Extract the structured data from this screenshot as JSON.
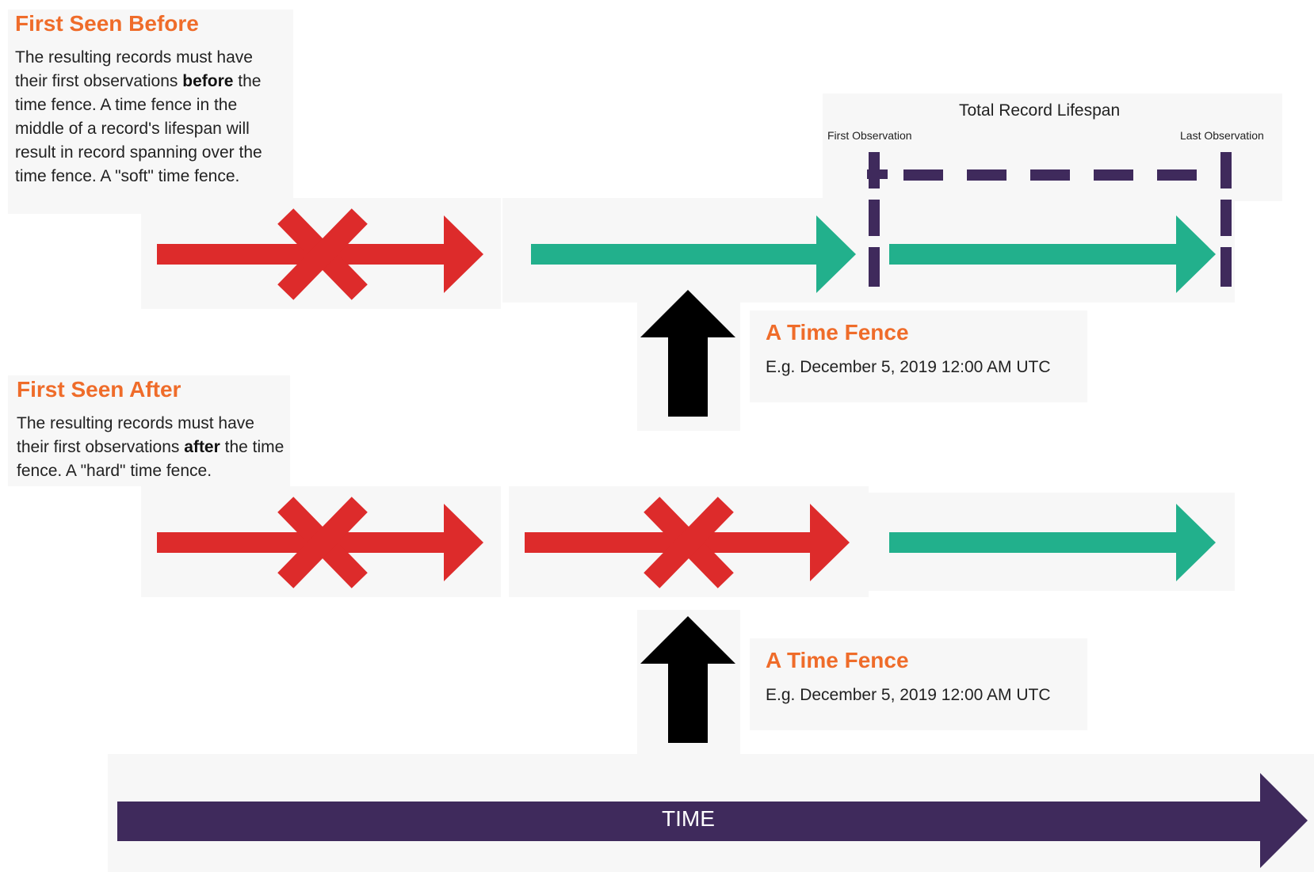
{
  "first_seen_before": {
    "title": "First Seen Before",
    "desc_1": "The resulting records must have their first observations ",
    "desc_bold": "before",
    "desc_2": " the time fence. A time fence in the middle of a record's lifespan will result in record spanning over the time fence. A \"soft\" time fence."
  },
  "first_seen_after": {
    "title": "First Seen After",
    "desc_1": "The resulting records must have their first observations ",
    "desc_bold": "after",
    "desc_2": " the time fence. A \"hard\" time fence."
  },
  "time_fence": {
    "title": "A Time Fence",
    "example": "E.g. December 5, 2019 12:00 AM UTC"
  },
  "lifespan": {
    "title": "Total Record Lifespan",
    "first_observation": "First Observation",
    "last_observation": "Last Observation"
  },
  "axis": {
    "label": "TIME"
  },
  "colors": {
    "accent_orange": "#ef6c2a",
    "valid_green": "#22b08c",
    "invalid_red": "#dd2b2b",
    "purple": "#3f2a5c",
    "fence_black": "#000000",
    "panel_gray": "#f7f7f7"
  }
}
